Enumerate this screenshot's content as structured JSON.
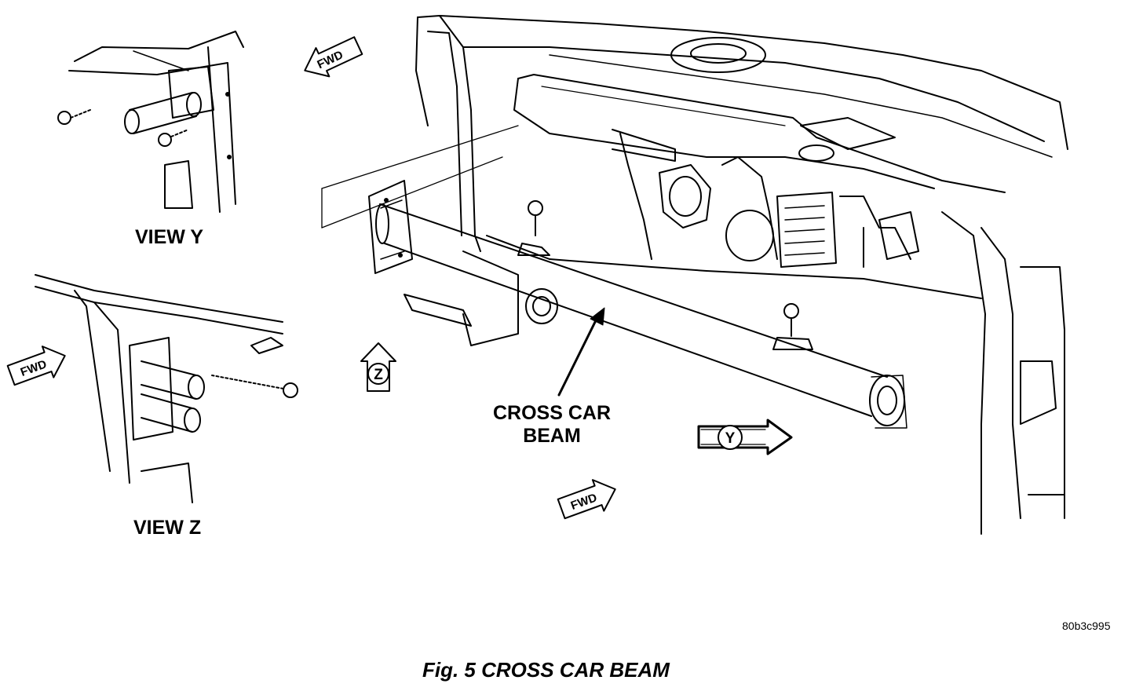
{
  "labels": {
    "view_y": "VIEW Y",
    "view_z": "VIEW Z",
    "beam_line1": "CROSS CAR",
    "beam_line2": "BEAM",
    "figure_code": "80b3c995",
    "caption": "Fig. 5 CROSS CAR BEAM"
  },
  "arrows": {
    "fwd": "FWD",
    "view_z_marker": "Z",
    "view_y_marker": "Y"
  },
  "colors": {
    "ink": "#000000",
    "paper": "#ffffff"
  }
}
